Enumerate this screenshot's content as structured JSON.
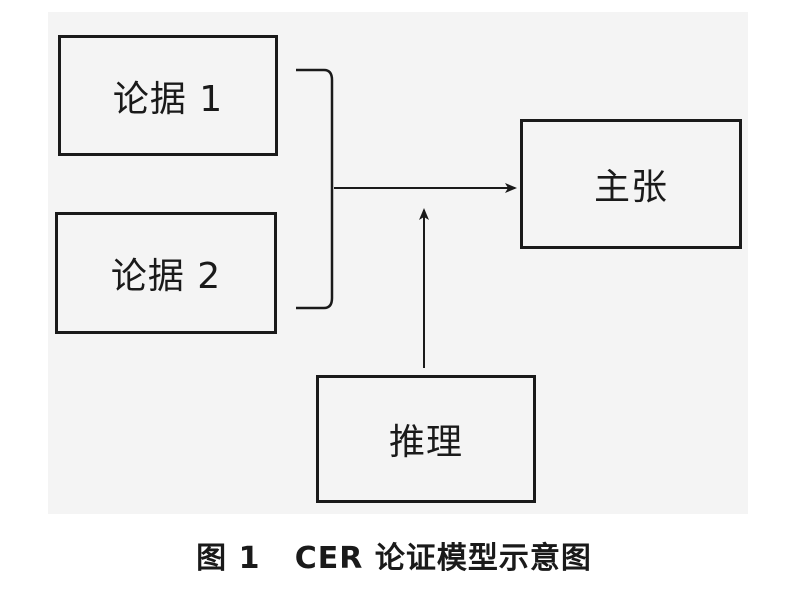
{
  "diagram": {
    "nodes": {
      "evidence_1": "论据 1",
      "evidence_2": "论据 2",
      "claim": "主张",
      "reasoning": "推理"
    },
    "edges": [
      {
        "from": "evidence_1 + evidence_2",
        "to": "claim",
        "style": "bracket-arrow"
      },
      {
        "from": "reasoning",
        "to": "claim-arrow",
        "style": "arrow"
      }
    ],
    "caption": "图 1   CER 论证模型示意图"
  },
  "colors": {
    "stroke": "#1a1a1a",
    "panel": "#f4f4f4",
    "background": "#ffffff"
  }
}
